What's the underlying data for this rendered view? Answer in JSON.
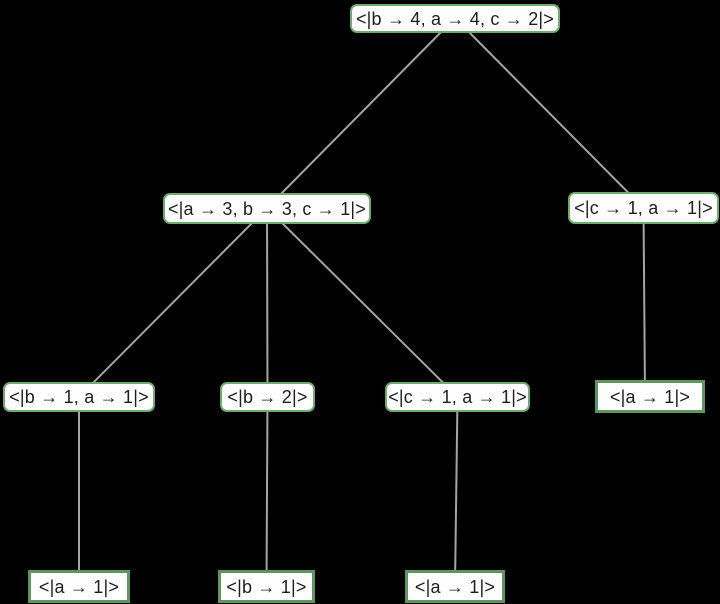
{
  "diagram": {
    "type": "tree",
    "description": "Layered tree graph of association nodes on black background",
    "colors": {
      "background": "#000000",
      "edge": "#a5a5a0",
      "node_fill": "#fdfefd",
      "internal_node_border": "#6faa6f",
      "leaf_node_border": "#5f965f",
      "text": "#1d1d1d"
    },
    "nodes": [
      {
        "id": "root",
        "label": "<|b → 4, a → 4, c → 2|>",
        "kind": "internal",
        "level": 0
      },
      {
        "id": "n2a",
        "label": "<|a → 3, b → 3, c → 1|>",
        "kind": "internal",
        "level": 1
      },
      {
        "id": "n2b",
        "label": "<|c → 1, a → 1|>",
        "kind": "internal",
        "level": 1
      },
      {
        "id": "n3a",
        "label": "<|b → 1, a → 1|>",
        "kind": "internal",
        "level": 2
      },
      {
        "id": "n3b",
        "label": "<|b → 2|>",
        "kind": "internal",
        "level": 2
      },
      {
        "id": "n3c",
        "label": "<|c → 1, a → 1|>",
        "kind": "internal",
        "level": 2
      },
      {
        "id": "n3d",
        "label": "<|a → 1|>",
        "kind": "leaf",
        "level": 2
      },
      {
        "id": "n4a",
        "label": "<|a → 1|>",
        "kind": "leaf",
        "level": 3
      },
      {
        "id": "n4b",
        "label": "<|b → 1|>",
        "kind": "leaf",
        "level": 3
      },
      {
        "id": "n4c",
        "label": "<|a → 1|>",
        "kind": "leaf",
        "level": 3
      }
    ],
    "edges": [
      {
        "from": "root",
        "to": "n2a"
      },
      {
        "from": "root",
        "to": "n2b"
      },
      {
        "from": "n2a",
        "to": "n3a"
      },
      {
        "from": "n2a",
        "to": "n3b"
      },
      {
        "from": "n2a",
        "to": "n3c"
      },
      {
        "from": "n2b",
        "to": "n3d"
      },
      {
        "from": "n3a",
        "to": "n4a"
      },
      {
        "from": "n3b",
        "to": "n4b"
      },
      {
        "from": "n3c",
        "to": "n4c"
      }
    ]
  }
}
